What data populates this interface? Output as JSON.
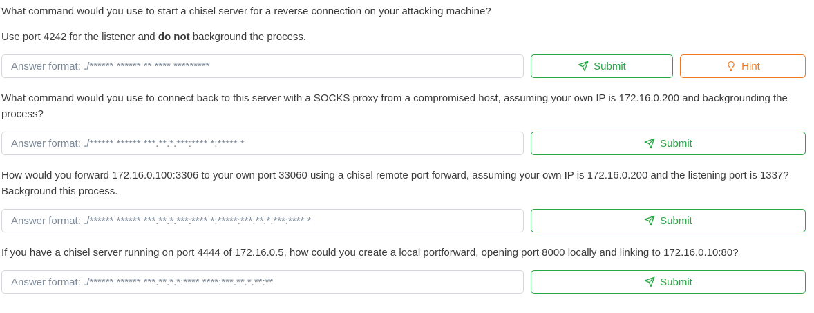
{
  "labels": {
    "submit": "Submit",
    "hint": "Hint"
  },
  "colors": {
    "submit_green": "#28a745",
    "hint_orange": "#f0781f",
    "question_text": "#3b3b3b",
    "placeholder_gray": "#7e8a99",
    "input_border": "#d3d7dc"
  },
  "icons": {
    "submit": "paper-plane-icon",
    "hint": "lightbulb-icon"
  },
  "questions": [
    {
      "prompt": "What command would you use to start a chisel server for a reverse connection on your attacking machine?",
      "note_prefix": "Use port 4242 for the listener and ",
      "note_bold": "do not",
      "note_suffix": " background the process.",
      "answer_value": "",
      "answer_placeholder": "Answer format: ./****** ****** ** **** *********",
      "has_hint": true
    },
    {
      "prompt": "What command would you use to connect back to this server with a SOCKS proxy from a compromised host, assuming your own IP is 172.16.0.200 and backgrounding the process?",
      "answer_value": "",
      "answer_placeholder": "Answer format: ./****** ****** ***.**.*.***:**** *:***** *",
      "has_hint": false
    },
    {
      "prompt": "How would you forward 172.16.0.100:3306 to your own port 33060 using a chisel remote port forward, assuming your own IP is 172.16.0.200 and the listening port is 1337? Background this process.",
      "answer_value": "",
      "answer_placeholder": "Answer format: ./****** ****** ***.**.*.***:**** *:*****:***.**.*.***:**** *",
      "has_hint": false
    },
    {
      "prompt": "If you have a chisel server running on port 4444 of 172.16.0.5, how could you create a local portforward, opening port 8000 locally and linking to 172.16.0.10:80?",
      "answer_value": "",
      "answer_placeholder": "Answer format: ./****** ****** ***.**.*.*:**** ****:***.**.*.**:**",
      "has_hint": false
    }
  ]
}
